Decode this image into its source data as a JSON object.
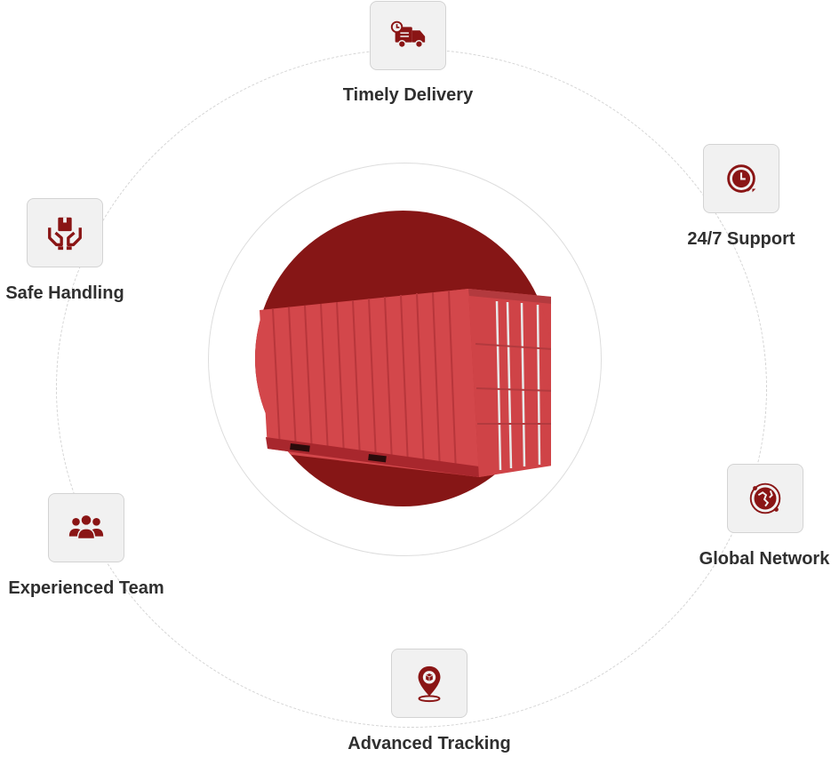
{
  "accent_color": "#8a1515",
  "features": [
    {
      "label": "Timely Delivery",
      "icon": "delivery-truck-icon"
    },
    {
      "label": "24/7 Support",
      "icon": "clock-support-icon"
    },
    {
      "label": "Safe Handling",
      "icon": "hands-box-icon"
    },
    {
      "label": "Global Network",
      "icon": "globe-network-icon"
    },
    {
      "label": "Experienced Team",
      "icon": "team-icon"
    },
    {
      "label": "Advanced Tracking",
      "icon": "location-pin-icon"
    }
  ],
  "hero": {
    "image": "shipping-container"
  }
}
